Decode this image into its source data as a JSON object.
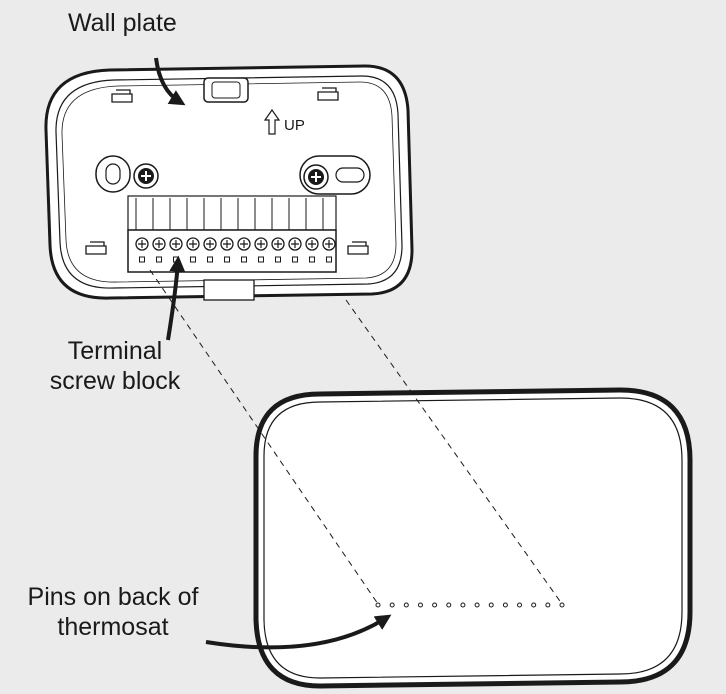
{
  "labels": {
    "wall_plate": "Wall plate",
    "terminal_line1": "Terminal",
    "terminal_line2": "screw block",
    "pins_line1": "Pins on back of",
    "pins_line2": "thermosat",
    "up_marker": "UP"
  },
  "terminal_count": 12,
  "pin_count": 14,
  "colors": {
    "background": "#ebebeb",
    "line": "#1a1a1a",
    "fill": "#ffffff"
  },
  "icons": [
    "screw-icon",
    "up-arrow-icon",
    "callout-arrow-icon"
  ]
}
